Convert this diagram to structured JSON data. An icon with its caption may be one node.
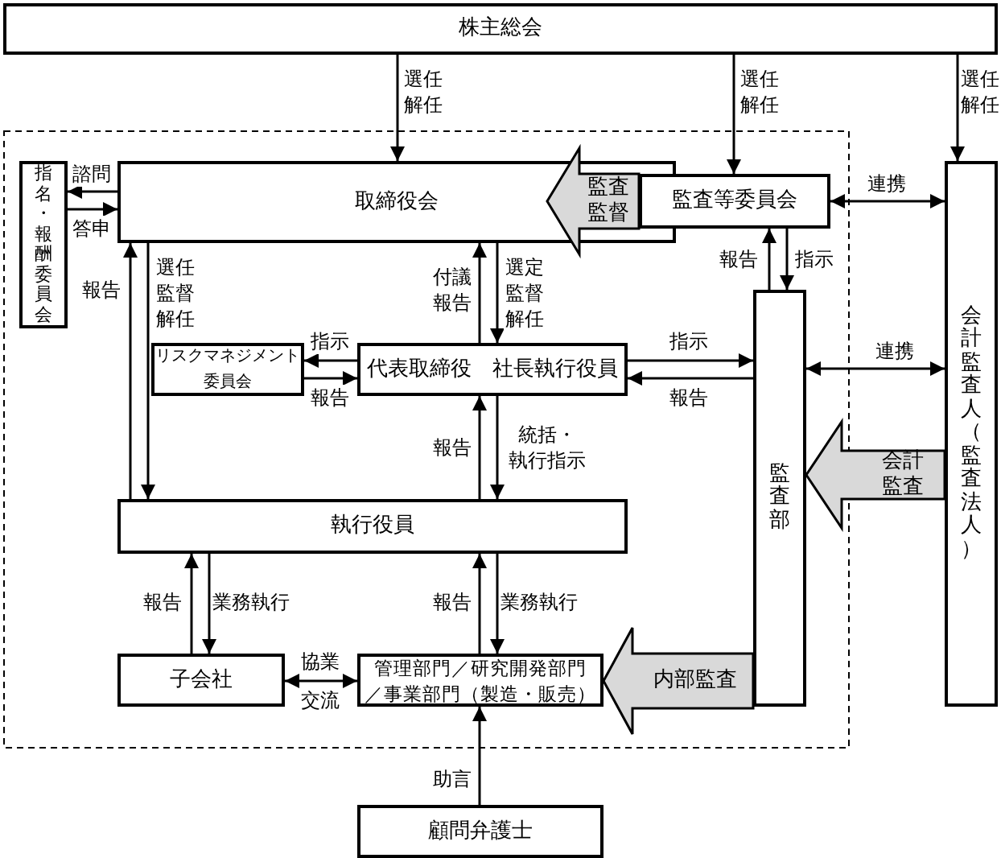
{
  "diagram": {
    "nodes": [
      {
        "text": [
          "株主総会"
        ]
      },
      {
        "text": [
          "取締役会"
        ]
      },
      {
        "text": [
          "指名・報酬委員会"
        ]
      },
      {
        "text": [
          "監査等委員会"
        ]
      },
      {
        "text": [
          "リスクマネジメント委員会"
        ]
      },
      {
        "text": [
          "代表取締役　社長執行役員"
        ]
      },
      {
        "text": [
          "監査部"
        ]
      },
      {
        "text": [
          "会計監査人（監査法人）"
        ]
      },
      {
        "text": [
          "執行役員"
        ]
      },
      {
        "text": [
          "子会社"
        ]
      },
      {
        "text": [
          "管理部門／研究開発部門／事業部門（製造・販売）"
        ]
      },
      {
        "text": [
          "顧問弁護士"
        ]
      }
    ],
    "edges": [
      {
        "from": 0,
        "to": 1,
        "arrow": "to",
        "label": "選任解任"
      },
      {
        "from": 0,
        "to": 3,
        "arrow": "to",
        "label": "選任解任"
      },
      {
        "from": 0,
        "to": 7,
        "arrow": "to",
        "label": "選任解任"
      },
      {
        "from": 1,
        "to": 2,
        "arrow": "to",
        "label": "諮問"
      },
      {
        "from": 2,
        "to": 1,
        "arrow": "to",
        "label": "答申"
      },
      {
        "from": 3,
        "to": 1,
        "arrow": "to",
        "label": "監査監督",
        "style": "thick"
      },
      {
        "from": 3,
        "to": 7,
        "arrow": "both",
        "label": "連携"
      },
      {
        "from": 6,
        "to": 3,
        "arrow": "to",
        "label": "報告"
      },
      {
        "from": 3,
        "to": 6,
        "arrow": "to",
        "label": "指示"
      },
      {
        "from": 8,
        "to": 1,
        "arrow": "to",
        "label": "報告"
      },
      {
        "from": 1,
        "to": 8,
        "arrow": "to",
        "label": "選任監督解任"
      },
      {
        "from": 5,
        "to": 1,
        "arrow": "to",
        "label": "付議報告"
      },
      {
        "from": 1,
        "to": 5,
        "arrow": "to",
        "label": "選定監督解任"
      },
      {
        "from": 5,
        "to": 4,
        "arrow": "to",
        "label": "指示"
      },
      {
        "from": 4,
        "to": 5,
        "arrow": "to",
        "label": "報告"
      },
      {
        "from": 5,
        "to": 6,
        "arrow": "to",
        "label": "指示"
      },
      {
        "from": 6,
        "to": 5,
        "arrow": "to",
        "label": "報告"
      },
      {
        "from": 6,
        "to": 7,
        "arrow": "both",
        "label": "連携"
      },
      {
        "from": 7,
        "to": 6,
        "arrow": "to",
        "label": "会計監査",
        "style": "thick"
      },
      {
        "from": 8,
        "to": 5,
        "arrow": "to",
        "label": "報告"
      },
      {
        "from": 5,
        "to": 8,
        "arrow": "to",
        "label": "統括・執行指示"
      },
      {
        "from": 9,
        "to": 8,
        "arrow": "to",
        "label": "報告"
      },
      {
        "from": 8,
        "to": 9,
        "arrow": "to",
        "label": "業務執行"
      },
      {
        "from": 10,
        "to": 8,
        "arrow": "to",
        "label": "報告"
      },
      {
        "from": 8,
        "to": 10,
        "arrow": "to",
        "label": "業務執行"
      },
      {
        "from": 9,
        "to": 10,
        "arrow": "both",
        "label": "協業交流"
      },
      {
        "from": 6,
        "to": 10,
        "arrow": "to",
        "label": "内部監査",
        "style": "thick"
      },
      {
        "from": 11,
        "to": 10,
        "arrow": "to",
        "label": "助言"
      }
    ]
  }
}
